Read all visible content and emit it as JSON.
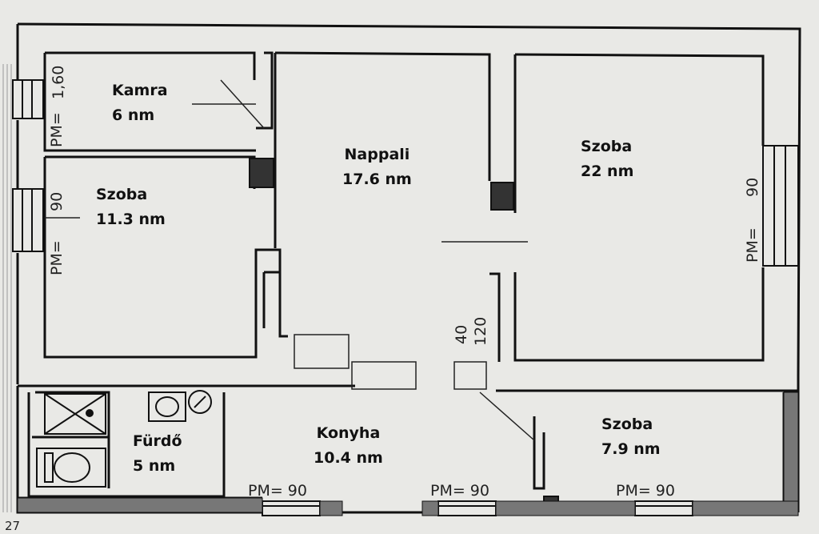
{
  "rooms": {
    "kamra": {
      "name": "Kamra",
      "area": "6 nm"
    },
    "nappali": {
      "name": "Nappali",
      "area": "17.6 nm"
    },
    "szoba_right": {
      "name": "Szoba",
      "area": "22 nm"
    },
    "szoba_left": {
      "name": "Szoba",
      "area": "11.3 nm"
    },
    "furdo": {
      "name": "Fürdő",
      "area": "5 nm"
    },
    "konyha": {
      "name": "Konyha",
      "area": "10.4 nm"
    },
    "szoba_small": {
      "name": "Szoba",
      "area": "7.9 nm"
    }
  },
  "dimensions": {
    "kamra_window_pm": "PM=",
    "kamra_window_w": "1,60",
    "szoba_left_window_pm": "PM=",
    "szoba_left_window_w": "90",
    "szoba_right_window_pm": "PM=",
    "szoba_right_window_w": "90",
    "door_40": "40",
    "door_120": "120",
    "konyha_window1": "PM=  90",
    "konyha_window2": "PM=  90",
    "szoba_small_window": "PM=  90",
    "corner_mark": "27"
  }
}
